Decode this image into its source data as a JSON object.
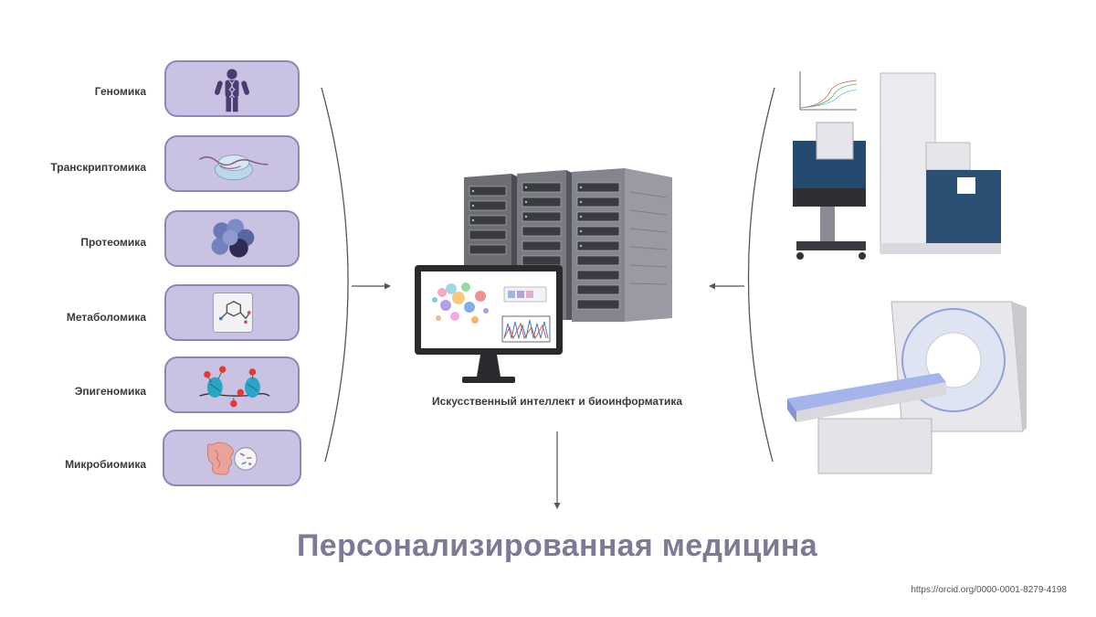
{
  "omics": [
    {
      "label": "Геномика",
      "icon": "human-figure-icon"
    },
    {
      "label": "Транскриптомика",
      "icon": "ribosome-rna-icon"
    },
    {
      "label": "Протеомика",
      "icon": "protein-complex-icon"
    },
    {
      "label": "Метаболомика",
      "icon": "molecule-icon"
    },
    {
      "label": "Эпигеномика",
      "icon": "nucleosome-methylation-icon"
    },
    {
      "label": "Микробиомика",
      "icon": "gut-microbiome-icon"
    }
  ],
  "center": {
    "caption": "Искусственный интеллект и биоинформатика"
  },
  "title": "Персонализированная медицина",
  "orcid": "https://orcid.org/0000-0001-8279-4198",
  "colors": {
    "omics_fill": "#c9c2e3",
    "omics_border": "#8f85b8",
    "title": "#7d7a95"
  }
}
